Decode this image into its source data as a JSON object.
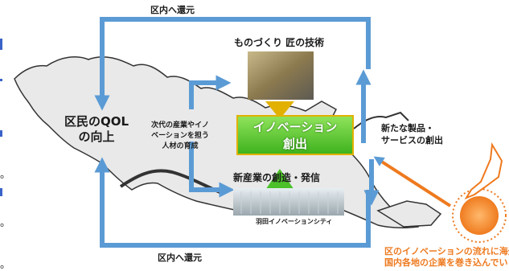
{
  "labels": {
    "top_return": "区内へ還元",
    "bottom_return": "区内へ還元",
    "craft": "ものづくり 匠の技術",
    "qol_line1": "区民のQOL",
    "qol_line2": "の向上",
    "talent_line1": "次代の産業やイノ",
    "talent_line2": "ベーションを担う",
    "talent_line3": "人材の育成",
    "innovation_line1": "イノベーション",
    "innovation_line2": "創出",
    "products_line1": "新たな製品・",
    "products_line2": "サービスの創出",
    "new_industry": "新産業の創造・発信",
    "haneda": "羽田イノベーションシティ",
    "overseas_line1": "区のイノベーションの流れに海外や",
    "overseas_line2": "国内各地の企業を巻き込んでいく"
  },
  "side_chars": [
    "。",
    "。",
    "。"
  ],
  "colors": {
    "arrow_blue": "#5b9bd5",
    "innovation_green": "#4cc12a",
    "innovation_border": "#e2b100",
    "accent_orange": "#ee7a1f",
    "map_fill": "#e9e9e9",
    "map_stroke": "#333333"
  }
}
